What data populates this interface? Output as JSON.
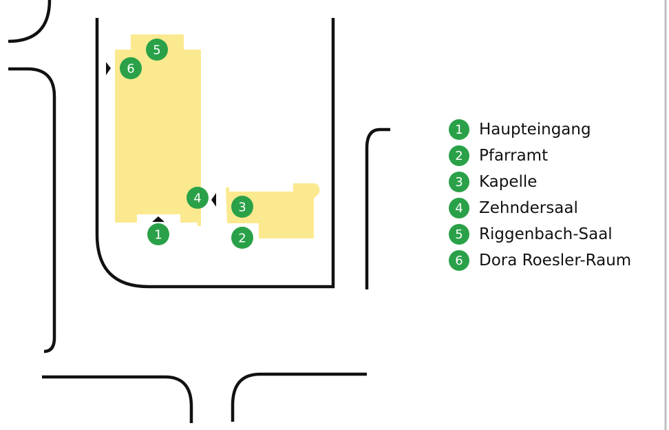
{
  "map": {
    "colors": {
      "building": "#fbe98f",
      "road": "#111111",
      "marker": "#2aa148",
      "marker_text": "#ffffff",
      "background": "#ffffff",
      "frame": "#bfbfbf"
    },
    "markers": [
      {
        "number": "1"
      },
      {
        "number": "2"
      },
      {
        "number": "3"
      },
      {
        "number": "4"
      },
      {
        "number": "5"
      },
      {
        "number": "6"
      }
    ]
  },
  "legend": {
    "items": [
      {
        "number": "1",
        "label": "Haupteingang"
      },
      {
        "number": "2",
        "label": "Pfarramt"
      },
      {
        "number": "3",
        "label": "Kapelle"
      },
      {
        "number": "4",
        "label": "Zehndersaal"
      },
      {
        "number": "5",
        "label": "Riggenbach-Saal"
      },
      {
        "number": "6",
        "label": "Dora Roesler-Raum"
      }
    ]
  }
}
